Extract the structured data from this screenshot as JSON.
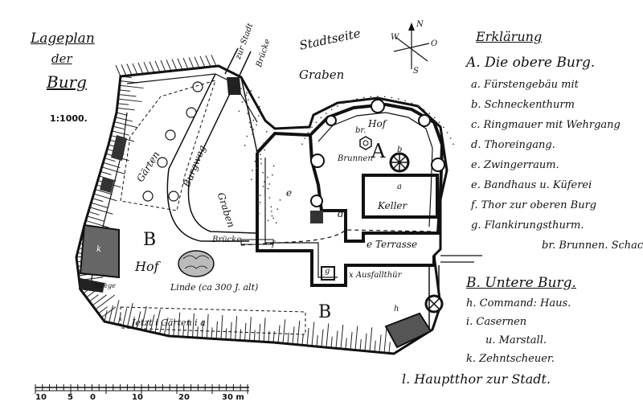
{
  "title": {
    "line1": "Lageplan",
    "line2": "der",
    "line3": "Burg"
  },
  "scale_text": "1:1000.",
  "compass": {
    "w": "W",
    "n": "N",
    "o": "O",
    "s": "S"
  },
  "map_labels": {
    "zur_stadt": "zur Stadt",
    "bruecke_top": "Brücke",
    "stadtseite": "Stadtseite",
    "graben_top": "Graben",
    "gaerten": "Gärten",
    "burgweg": "Burgweg",
    "graben_mid": "Graben",
    "big_a": "A",
    "hof_a": "Hof",
    "br": "br.",
    "brunnen": "Brunnen",
    "keller": "Keller",
    "keller_a": "a",
    "terrasse": "e Terrasse",
    "e1": "e",
    "d": "d",
    "b": "b",
    "big_b_left": "B",
    "hof_b": "Hof",
    "linde": "Linde (ca 300 J. alt)",
    "bruecke_mid": "Brücke",
    "f": "f",
    "g": "g",
    "ausfall": "x Ausfallthür",
    "big_b_bottom": "B",
    "gaerten_bottom": "Jetzt i Gärten i a",
    "k": "k",
    "h": "h",
    "stiege": "Stiege"
  },
  "legend": {
    "heading": "Erklärung",
    "section_a": "A. Die obere Burg.",
    "items_a": [
      "a. Fürstengebäu mit",
      "b. Schneckenthurm",
      "c. Ringmauer mit Wehrgang",
      "d. Thoreingang.",
      "e. Zwingerraum.",
      "e. Bandhaus u. Küferei",
      "f. Thor zur oberen Burg",
      "g. Flankirungsthurm.",
      "br. Brunnen. Schacht"
    ],
    "section_b": "B. Untere Burg.",
    "items_b": [
      "h. Command: Haus.",
      "i. Casernen",
      "u. Marstall.",
      "k. Zehntscheuer.",
      "l. Hauptthor zur Stadt."
    ]
  },
  "scalebar": {
    "ticks": [
      "10",
      "5",
      "0",
      "10",
      "20",
      "30 m"
    ]
  }
}
